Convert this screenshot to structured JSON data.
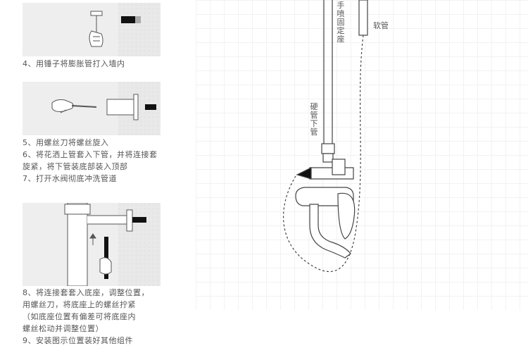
{
  "steps": [
    {
      "id": "4",
      "lines": [
        "4、用锤子将膨胀管打入墙内"
      ]
    },
    {
      "id": "5",
      "lines": [
        "5、用螺丝刀将螺丝旋入"
      ]
    },
    {
      "id": "6",
      "lines": [
        "6、将花洒上管套入下管，并将连接套",
        "旋紧，将下管装底部装入顶部"
      ]
    },
    {
      "id": "7",
      "lines": [
        "7、打开水阀彻底冲洗管道"
      ]
    },
    {
      "id": "8",
      "lines": [
        "8、将连接套套入底座，调整位置，",
        "用螺丝刀，将底座上的螺丝拧紧",
        "（如底座位置有偏差可将底座内",
        "螺丝松动并调整位置）"
      ]
    },
    {
      "id": "9",
      "lines": [
        "9、安装图示位置装好其他组件"
      ]
    }
  ],
  "labels": {
    "handheld_holder": "手喷固定座",
    "hose": "软管",
    "hard_pipe": "硬管下管"
  },
  "colors": {
    "text": "#555555",
    "panel_bg": "#eeeeee",
    "line": "#444444"
  }
}
